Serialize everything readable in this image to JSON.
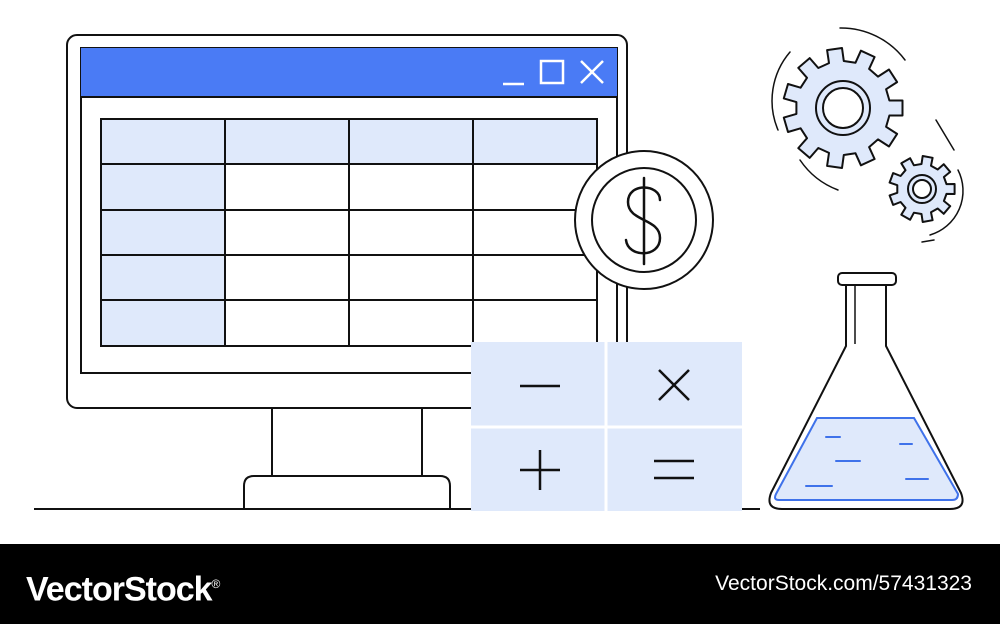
{
  "illustration": {
    "subjects": [
      "monitor-spreadsheet-window",
      "dollar-coin",
      "calculator-keypad",
      "gears",
      "lab-flask"
    ],
    "colors": {
      "accent": "#4a7bf5",
      "fill": "#dfe9fb",
      "line": "#111111",
      "liquid": "#3f72ea"
    },
    "window_controls": [
      "minimize-icon",
      "maximize-icon",
      "close-icon"
    ],
    "spreadsheet": {
      "rows": 5,
      "columns": 4
    },
    "calculator_keys": [
      "minus-icon",
      "multiply-icon",
      "plus-icon",
      "equals-icon"
    ],
    "coin_symbol": "dollar-icon"
  },
  "footer": {
    "brand": "VectorStock",
    "trademark": "®",
    "reference": "VectorStock.com/57431323"
  }
}
